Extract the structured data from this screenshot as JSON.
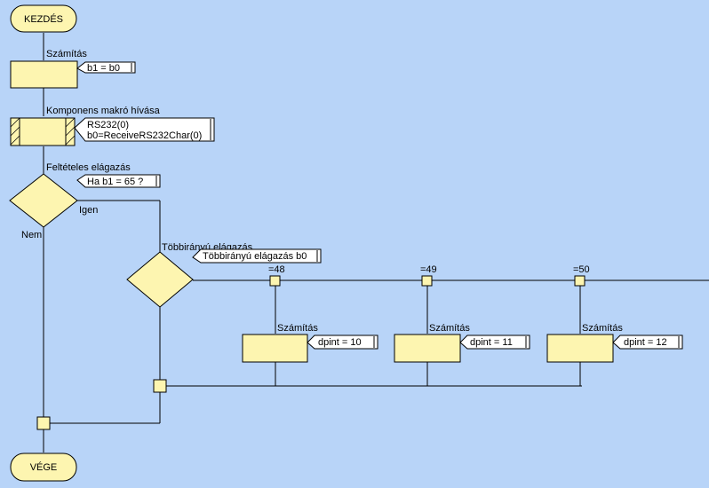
{
  "colors": {
    "background": "#b8d4f8",
    "block_fill": "#fdf5b0",
    "line": "#000000"
  },
  "terminals": {
    "start": "KEZDÉS",
    "end": "VÉGE"
  },
  "calc1": {
    "label": "Számítás",
    "note": "b1 = b0"
  },
  "macro": {
    "label": "Komponens makró hívása",
    "note_line1": "RS232(0)",
    "note_line2": "b0=ReceiveRS232Char(0)"
  },
  "decision": {
    "label": "Feltételes elágazás",
    "note": "Ha b1 = 65 ?",
    "yes": "Igen",
    "no": "Nem"
  },
  "switch": {
    "label": "Többirányú elágazás",
    "note": "Többirányú elágazás b0",
    "cases": [
      {
        "value": "=48",
        "calc_label": "Számítás",
        "calc_note": "dpint = 10"
      },
      {
        "value": "=49",
        "calc_label": "Számítás",
        "calc_note": "dpint = 11"
      },
      {
        "value": "=50",
        "calc_label": "Számítás",
        "calc_note": "dpint = 12"
      }
    ]
  }
}
